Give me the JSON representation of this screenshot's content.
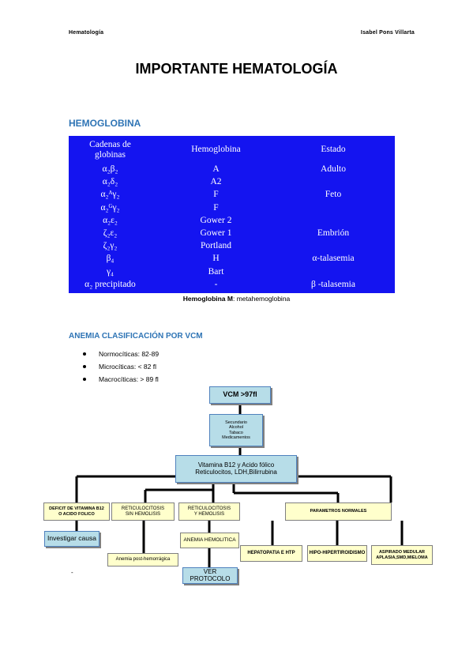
{
  "header": {
    "left": "Hematología",
    "right": "Isabel Pons Villarta"
  },
  "title": "IMPORTANTE HEMATOLOGÍA",
  "section1": {
    "heading": "HEMOGLOBINA",
    "table": {
      "headers": [
        "Cadenas de\nglobinas",
        "Hemoglobina",
        "Estado"
      ],
      "rows": [
        {
          "chain": "α₂β₂",
          "hb": "A",
          "state": "Adulto"
        },
        {
          "chain": "α₂δ₂",
          "hb": "A2",
          "state": ""
        },
        {
          "chain": "α₂ᴬγ₂",
          "hb": "F",
          "state": "Feto"
        },
        {
          "chain": "α₂ᴳγ₂",
          "hb": "F",
          "state": ""
        },
        {
          "chain": "α₂ε₂",
          "hb": "Gower 2",
          "state": ""
        },
        {
          "chain": "ζ₂ε₂",
          "hb": "Gower 1",
          "state": "Embrión"
        },
        {
          "chain": "ζ₂γ₂",
          "hb": "Portland",
          "state": ""
        },
        {
          "chain": "β₄",
          "hb": "H",
          "state": "α-talasemia"
        },
        {
          "chain": "γ₄",
          "hb": "Bart",
          "state": ""
        },
        {
          "chain": "α₂ precipitado",
          "hb": "-",
          "state": "β -talasemia"
        }
      ]
    },
    "caption_bold": "Hemoglobina M",
    "caption_rest": ":  metahemoglobina"
  },
  "section2": {
    "heading": "ANEMIA CLASIFICACIÓN POR VCM",
    "bullets": [
      "Normocíticas:  82-89",
      "Microcíticas:   < 82 fl",
      "Macrocíticas:   > 89 fl"
    ]
  },
  "flowchart": {
    "root": "VCM >97fl",
    "secondary": "Secundario\nAlcohol\nTabaco\nMedicamentos",
    "vitamin": "Vitamina B12 y Acido fólico\nReticulocitos, LDH,Bilirrubina",
    "deficit": "DEFICIT DE VITAMINA  B12\nO ACIDO FOLICO",
    "reti_no": "RETICULOCITOSIS\nSIN HEMOLISIS",
    "reti_yes": "RETICULOCITOSIS\nY HEMOLISIS",
    "normal": "PARAMETROS NORMALES",
    "investigar": "Investigar causa",
    "post": "Anemia post-hemorrágica",
    "hemolitica": "ANEMIA HEMOLITICA",
    "hepato": "HEPATOPATIA E HTP",
    "hipo": "HIPO-HIPERTIROIDISMO",
    "aspirado": "ASPIRADO MEDULAR\nAPLASIA,SMD,MIELOMA",
    "protocolo": "VER PROTOCOLO"
  },
  "footer_dash": "-"
}
